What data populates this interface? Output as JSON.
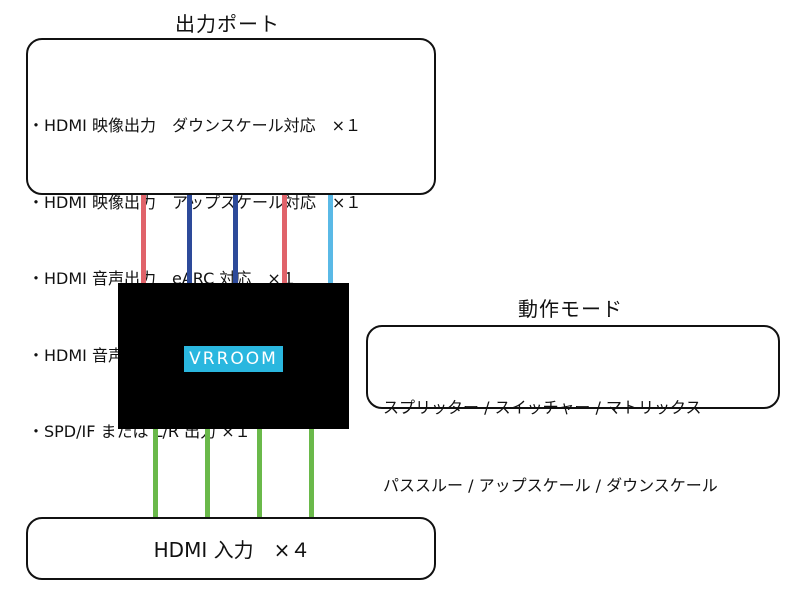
{
  "output_ports": {
    "title": "出力ポート",
    "items": [
      "・HDMI 映像出力　ダウンスケール対応　×１",
      "・HDMI 映像出力　アップスケール対応　×１",
      "・HDMI 音声出力　eARC 対応　×１",
      "・HDMI 音声出力　720p/1080p 対応　×１",
      "・SPD/IF または L/R 出力 ×１"
    ]
  },
  "device": {
    "label": "VRROOM",
    "brand_color": "#2ab7df",
    "body_color": "#000000"
  },
  "operation_modes": {
    "title": "動作モード",
    "lines": [
      "スプリッター / スイッチャー / マトリックス",
      "パススルー / アップスケール / ダウンスケール"
    ]
  },
  "input": {
    "label": "HDMI 入力　×４"
  },
  "wire_colors": {
    "output": [
      "#e0636a",
      "#2d4a9a",
      "#2d4a9a",
      "#e0636a",
      "#5ab9e6"
    ],
    "input": [
      "#6ab94a",
      "#6ab94a",
      "#6ab94a",
      "#6ab94a"
    ]
  }
}
